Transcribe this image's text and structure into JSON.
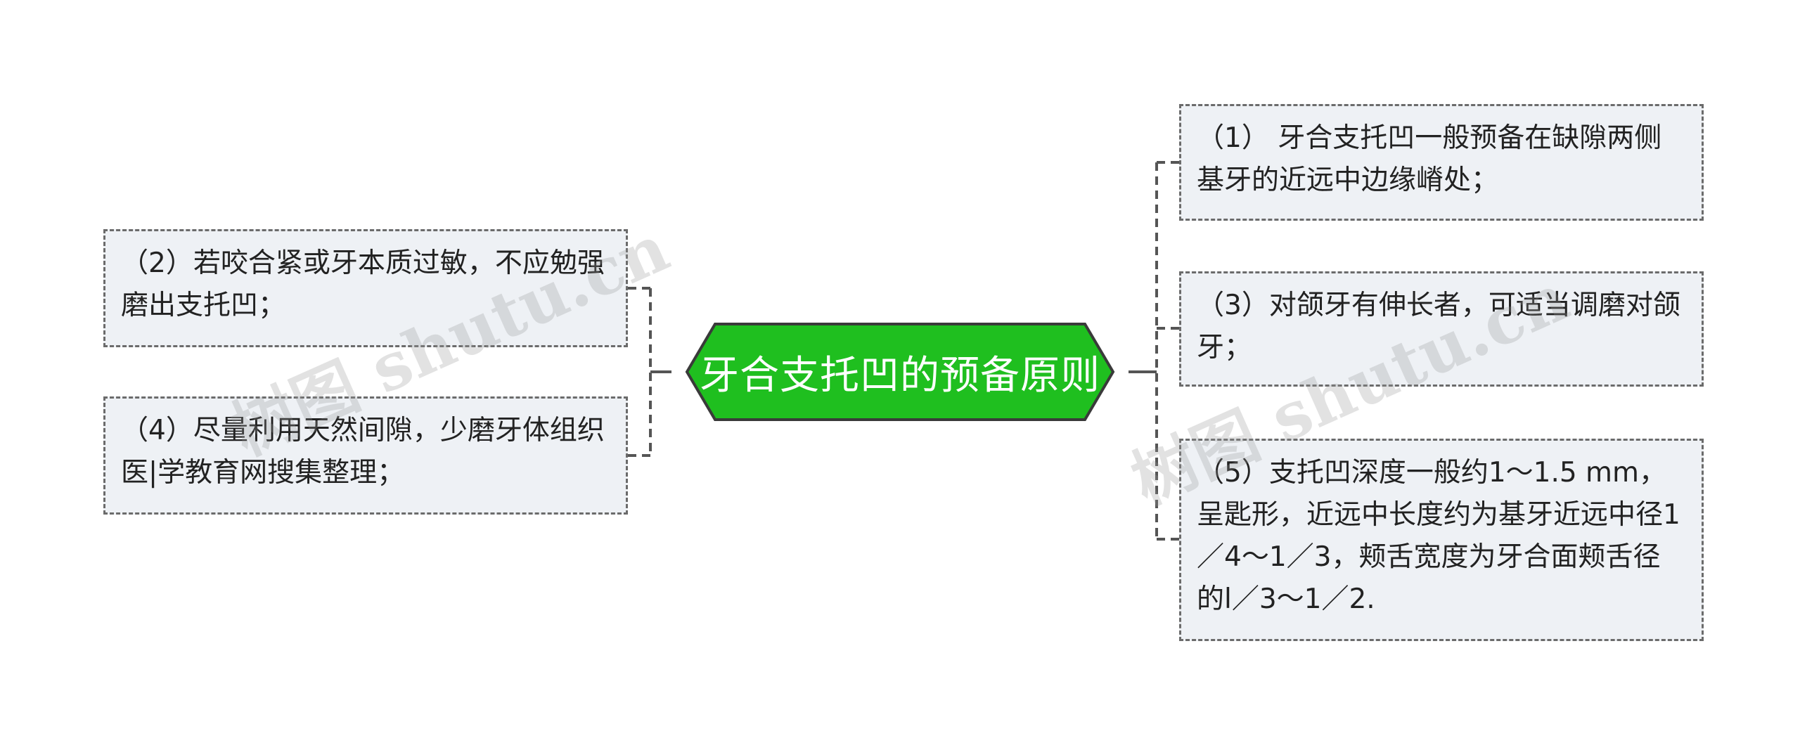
{
  "central": {
    "label": "牙合支托凹的预备原则",
    "fill": "#1fbf1f",
    "stroke": "#3a3a3a"
  },
  "nodes": {
    "left_1": "（2）若咬合紧或牙本质过敏，不应勉强磨出支托凹；",
    "left_2": "（4）尽量利用天然间隙，少磨牙体组织医|学教育网搜集整理；",
    "right_1": "（1） 牙合支托凹一般预备在缺隙两侧基牙的近远中边缘嵴处；",
    "right_2": "（3）对颌牙有伸长者，可适当调磨对颌牙；",
    "right_3": "（5）支托凹深度一般约1～1.5 mm，呈匙形，近远中长度约为基牙近远中径1／4～1／3，颊舌宽度为牙合面颊舌径的l／3～1／2."
  },
  "watermark": {
    "left": "树图 shutu.cn",
    "right": "树图 shutu.cn"
  },
  "colors": {
    "node_fill": "#eef1f5",
    "node_border": "#6b6b6b",
    "connector": "#555555"
  }
}
